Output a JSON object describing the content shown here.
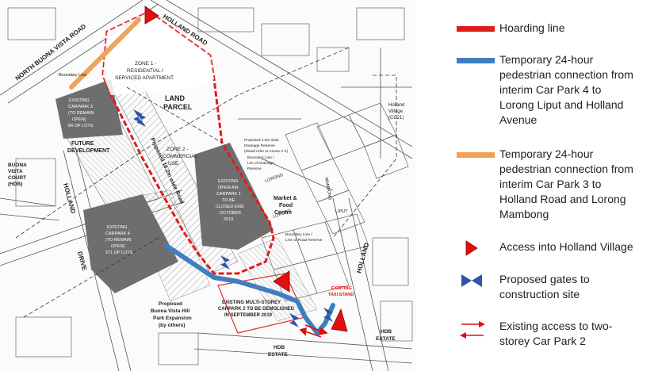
{
  "map": {
    "labels": {
      "north_buona_vista_road": "NORTH BUONA VISTA ROAD",
      "holland_road": "HOLLAND ROAD",
      "holland_drive_1": "HOLLAND",
      "holland_drive_2": "DRIVE",
      "holland_avenue": "HOLLAND",
      "boundary_line": "Boundary Line",
      "zone1_1": "ZONE 1 -",
      "zone1_2": "RESIDENTIAL /",
      "zone1_3": "SERVICED APARTMENT",
      "land_1": "LAND",
      "land_2": "PARCEL",
      "zone2_1": "ZONE 2 -",
      "zone2_2": "COMMERCIAL",
      "zone2_3": "USE",
      "cp3_1": "EXISTING",
      "cp3_2": "CARPARK 3",
      "cp3_3": "(TO REMAIN",
      "cp3_4": "OPEN)",
      "cp3_5": "84 OP LOTS",
      "future_1": "FUTURE",
      "future_2": "DEVELOPMENT",
      "bvc_1": "BUONA",
      "bvc_2": "VISTA",
      "bvc_3": "COURT",
      "bvc_4": "(HDB)",
      "cp1_1": "EXISTING",
      "cp1_2": "OPEN AIR",
      "cp1_3": "CARPARK 1",
      "cp1_4": "TO BE",
      "cp1_5": "CLOSED END",
      "cp1_6": "OCTOBER",
      "cp1_7": "2019",
      "cp4_1": "EXISTING",
      "cp4_2": "CARPARK 4",
      "cp4_3": "(TO REMAIN",
      "cp4_4": "OPEN)",
      "cp4_5": "271 OP LOTS",
      "market_1": "Market &",
      "market_2": "Food",
      "market_3": "Centre",
      "hv_1": "Holland",
      "hv_2": "Village",
      "hv_3": "(CC21)",
      "lorong_liput": "LIPUT",
      "lorong_mambong": "MAMBONG",
      "lorong_1": "LORONG",
      "lorong_2": "LORONG",
      "drainage_1": "Proposed 1.5m wide",
      "drainage_2": "Drainage Reserve",
      "drainage_3": "(Detail refer to Annex A-1)",
      "drain_bd_1": "Boundary Line /",
      "drain_bd_2": "Lim of Drainage",
      "drain_bd_3": "Reserve",
      "food_bd_1": "Boundary Line /",
      "food_bd_2": "Line of Road Reserve",
      "proposed_road": "Proposed 18.2m wide Road",
      "bvh_1": "Proposed",
      "bvh_2": "Buona Vista Hill",
      "bvh_3": "Park Expansion",
      "bvh_4": "(by others)",
      "ms_1": "EXISTING MULTI-STOREY",
      "ms_2": "CARPARK 2 TO BE DEMOLISHED",
      "ms_3": "IN SEPTEMBER 2019",
      "taxi_1": "EXISTING",
      "taxi_2": "TAXI STAND",
      "hdb_estate_1": "HDB",
      "hdb_estate_2": "ESTATE",
      "hdb_estate_3": "HDB",
      "hdb_estate_4": "ESTATE"
    }
  },
  "legend": {
    "hoarding": "Hoarding line",
    "blue_path": [
      "Temporary 24-hour",
      "pedestrian connection from",
      "interim Car Park 4 to",
      "Lorong Liput and Holland",
      "Avenue"
    ],
    "orange_path": [
      "Temporary 24-hour",
      "pedestrian connection from",
      "interim Car Park 3 to",
      "Holland Road and Lorong",
      "Mambong"
    ],
    "access": "Access into Holland Village",
    "gates": [
      "Proposed gates to",
      "construction site"
    ],
    "existing_access": [
      "Existing access to two-",
      "storey Car Park 2"
    ]
  },
  "colors": {
    "hoarding": "#e01b1b",
    "blue_path": "#3f7fc0",
    "orange_path": "#f0a25a",
    "gate": "#2c55a8",
    "access": "#e01010",
    "carpark": "#6e6e6e"
  }
}
